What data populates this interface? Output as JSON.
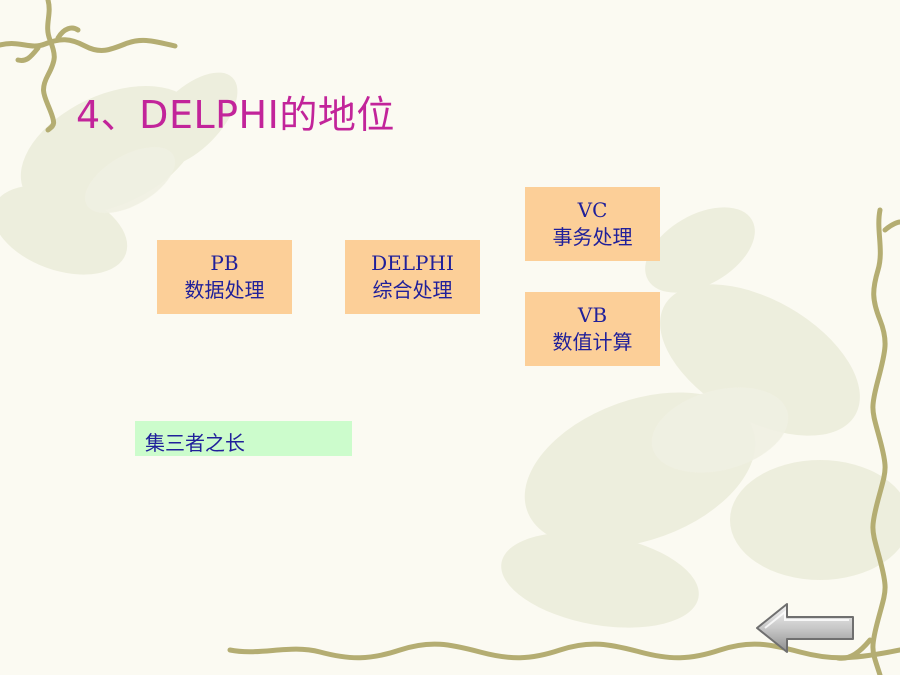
{
  "slide": {
    "title": "4、DELPHI的地位",
    "boxes": [
      {
        "line1": "PB",
        "line2": "数据处理"
      },
      {
        "line1": "DELPHI",
        "line2": "综合处理"
      },
      {
        "line1": "VC",
        "line2": "事务处理"
      },
      {
        "line1": "VB",
        "line2": "数值计算"
      }
    ],
    "note": "集三者之长"
  },
  "colors": {
    "title": "#c2249a",
    "box_fill": "#fccf98",
    "note_fill": "#ccfccc",
    "body_text": "#20209a",
    "vine": "#b4ad72"
  },
  "icons": {
    "back": "back-arrow-icon",
    "decoration": "vine-border"
  }
}
